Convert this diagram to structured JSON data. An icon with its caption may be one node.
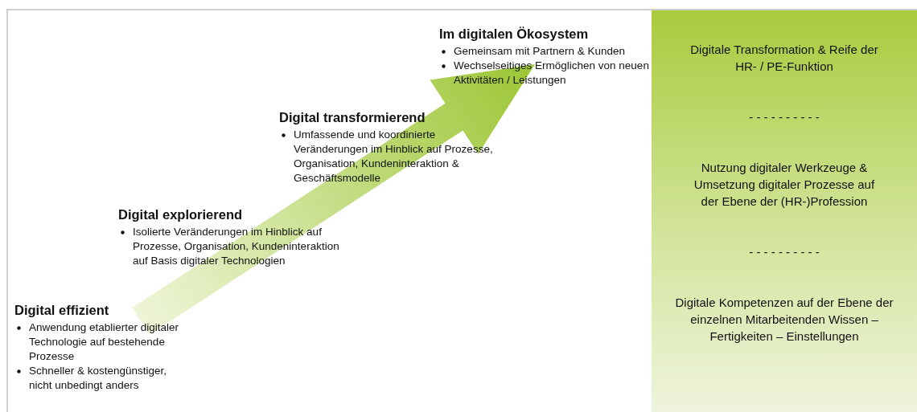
{
  "diagram": {
    "nodes": [
      {
        "text": [
          "Digitale Transformation & Reife der HR- / PE-Funktion",
          "- - - - - - - - - -",
          "Nutzung digitaler Werkzeuge & Umsetzung digitaler Prozesse auf der Ebene der (HR-)Profession",
          "- - - - - - - - - -",
          "Digitale Kompetenzen auf der Ebene der einzelnen Mitarbeitenden Wissen – Fertigkeiten – Einstellungen"
        ]
      }
    ],
    "labels": [
      "Im digitalen Ökosystem",
      "Gemeinsam mit Partnern & Kunden",
      "Wechselseitiges Ermöglichen von neuen Aktivitäten / Leistungen",
      "Digital transformierend",
      "Umfassende und koordinierte Veränderungen im Hinblick auf Prozesse, Organisation, Kundeninteraktion & Geschäftsmodelle",
      "Digital explorierend",
      "Isolierte Veränderungen im Hinblick auf Prozesse, Organisation, Kundeninteraktion auf Basis digitaler Technologien",
      "Digital effizient",
      "Anwendung etablierter digitaler Technologie auf bestehende Prozesse",
      "Schneller & kostengünstiger, nicht unbedingt anders"
    ]
  }
}
